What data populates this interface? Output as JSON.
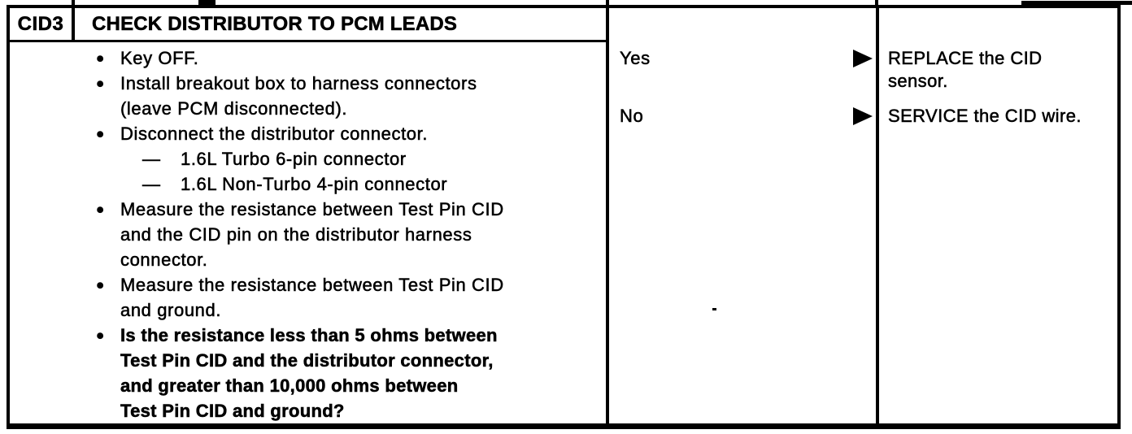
{
  "colors": {
    "ink": "#000000",
    "paper": "#ffffff"
  },
  "icons": {
    "bullet": "●",
    "dash": "—",
    "result_arrow": "right-filled-triangle"
  },
  "table": {
    "step_id": "CID3",
    "title": "CHECK DISTRIBUTOR TO PCM LEADS",
    "instructions": [
      {
        "marker": "●",
        "lines": [
          "Key OFF."
        ]
      },
      {
        "marker": "●",
        "lines": [
          "Install breakout box to harness connectors",
          "(leave PCM disconnected)."
        ]
      },
      {
        "marker": "●",
        "lines": [
          "Disconnect the distributor connector."
        ]
      },
      {
        "marker": "—",
        "lines": [
          "1.6L Turbo 6-pin connector"
        ]
      },
      {
        "marker": "—",
        "lines": [
          "1.6L Non-Turbo 4-pin connector"
        ]
      },
      {
        "marker": "●",
        "lines": [
          "Measure the resistance between Test Pin CID",
          "and the CID pin on the distributor harness",
          "connector."
        ]
      },
      {
        "marker": "●",
        "lines": [
          "Measure the resistance between Test Pin CID",
          "and ground."
        ]
      },
      {
        "marker": "●",
        "lines": [
          "Is the resistance less than 5 ohms between",
          "Test Pin CID and the distributor connector,",
          "and greater than 10,000 ohms between",
          "Test Pin CID and ground?"
        ]
      }
    ],
    "results": [
      {
        "label": "Yes",
        "action_lines": [
          "REPLACE the CID",
          "sensor."
        ]
      },
      {
        "label": "No",
        "action_lines": [
          "SERVICE the CID wire."
        ]
      }
    ]
  }
}
